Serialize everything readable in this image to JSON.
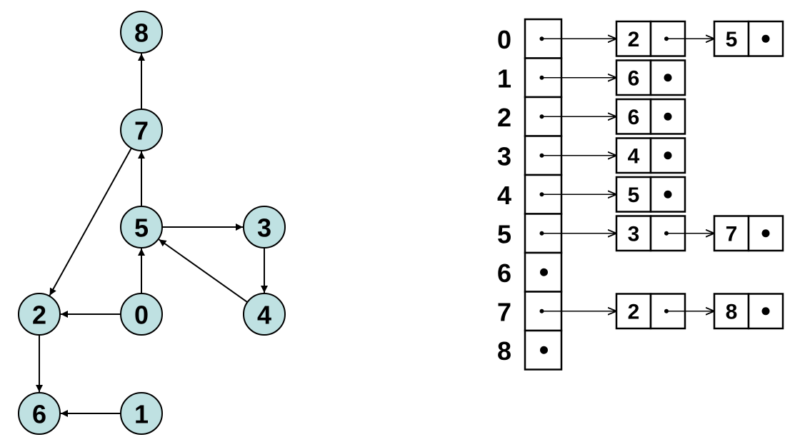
{
  "graph": {
    "nodes": [
      {
        "id": "0",
        "label": "0"
      },
      {
        "id": "1",
        "label": "1"
      },
      {
        "id": "2",
        "label": "2"
      },
      {
        "id": "3",
        "label": "3"
      },
      {
        "id": "4",
        "label": "4"
      },
      {
        "id": "5",
        "label": "5"
      },
      {
        "id": "6",
        "label": "6"
      },
      {
        "id": "7",
        "label": "7"
      },
      {
        "id": "8",
        "label": "8"
      }
    ],
    "edges": [
      {
        "from": "0",
        "to": "2"
      },
      {
        "from": "0",
        "to": "5"
      },
      {
        "from": "1",
        "to": "6"
      },
      {
        "from": "2",
        "to": "6"
      },
      {
        "from": "3",
        "to": "4"
      },
      {
        "from": "4",
        "to": "5"
      },
      {
        "from": "5",
        "to": "3"
      },
      {
        "from": "5",
        "to": "7"
      },
      {
        "from": "7",
        "to": "2"
      },
      {
        "from": "7",
        "to": "8"
      }
    ],
    "colors": {
      "node_fill": "#bfe1e2",
      "node_stroke": "#000000",
      "edge": "#000000"
    }
  },
  "adjacency_list": {
    "rows": [
      {
        "index": "0",
        "neighbors": [
          "2",
          "5"
        ]
      },
      {
        "index": "1",
        "neighbors": [
          "6"
        ]
      },
      {
        "index": "2",
        "neighbors": [
          "6"
        ]
      },
      {
        "index": "3",
        "neighbors": [
          "4"
        ]
      },
      {
        "index": "4",
        "neighbors": [
          "5"
        ]
      },
      {
        "index": "5",
        "neighbors": [
          "3",
          "7"
        ]
      },
      {
        "index": "6",
        "neighbors": []
      },
      {
        "index": "7",
        "neighbors": [
          "2",
          "8"
        ]
      },
      {
        "index": "8",
        "neighbors": []
      }
    ]
  }
}
